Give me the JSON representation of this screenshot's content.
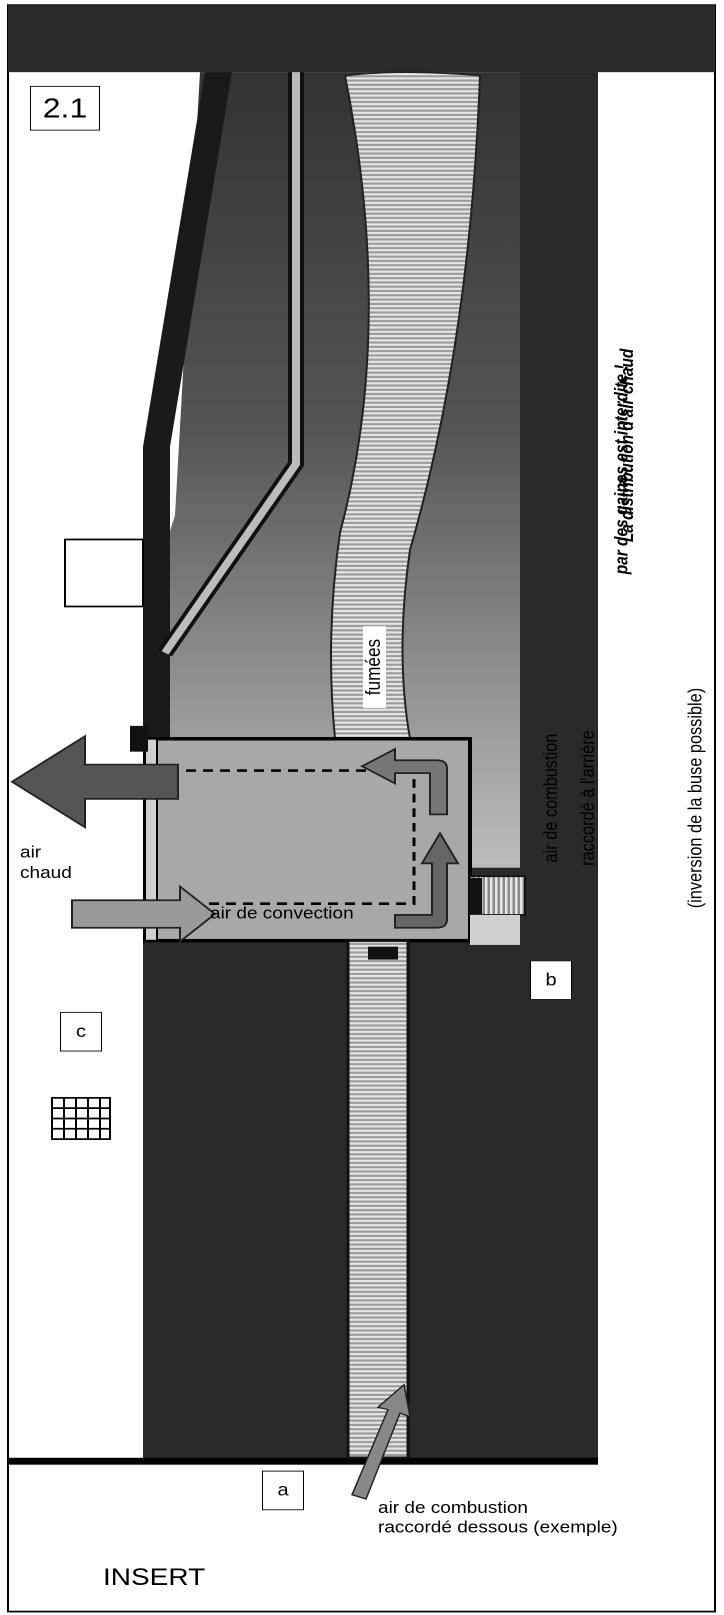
{
  "figure_number": "2.1",
  "labels": {
    "fumees": "fumées",
    "air_chaud_1": "air",
    "air_chaud_2": "chaud",
    "air_convection": "air de convection",
    "combustion_rear_1": "air de combustion",
    "combustion_rear_2": "raccordé à l'arrière",
    "combustion_rear_3": "(inversion de la buse possible)",
    "combustion_below_1": "air de combustion",
    "combustion_below_2": "raccordé  dessous  (exemple)",
    "warning_1": "La distribution  d'air chaud",
    "warning_2": "par des gaines est interdite  !",
    "insert": "INSERT",
    "marker_a": "a",
    "marker_b": "b",
    "marker_c": "c"
  },
  "colors": {
    "wall_dark": "#2a2a2a",
    "chimney_top": "#3a3a3a",
    "chimney_bottom": "#b8b8b8",
    "insert_body": "#a8a8a8",
    "flue": "#cfcfcf",
    "arrow_dark": "#555555",
    "arrow_light": "#9a9a9a"
  }
}
